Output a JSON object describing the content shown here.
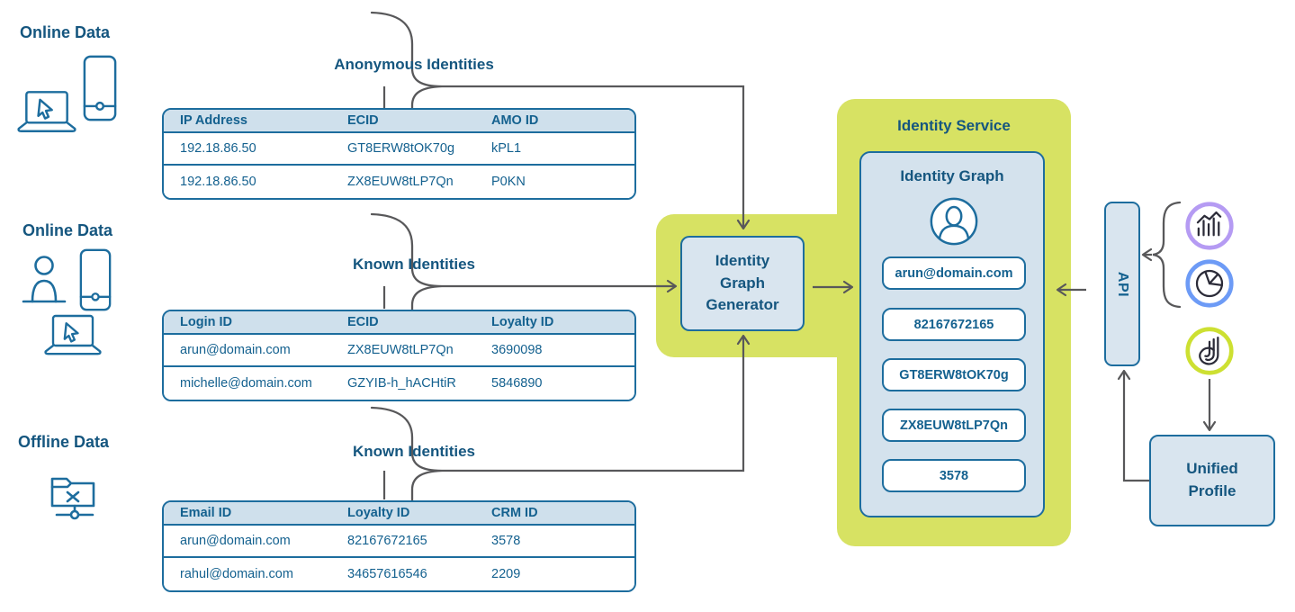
{
  "sources": [
    {
      "label": "Online Data",
      "icons": [
        "smartphone-icon",
        "laptop-cursor-icon"
      ]
    },
    {
      "label": "Online Data",
      "icons": [
        "person-icon",
        "smartphone-icon",
        "laptop-cursor-icon"
      ]
    },
    {
      "label": "Offline Data",
      "icons": [
        "offline-folder-icon"
      ]
    }
  ],
  "tables": [
    {
      "title": "Anonymous Identities",
      "headers": [
        "IP Address",
        "ECID",
        "AMO ID"
      ],
      "rows": [
        [
          "192.18.86.50",
          "GT8ERW8tOK70g",
          "kPL1"
        ],
        [
          "192.18.86.50",
          "ZX8EUW8tLP7Qn",
          "P0KN"
        ]
      ]
    },
    {
      "title": "Known Identities",
      "headers": [
        "Login ID",
        "ECID",
        "Loyalty ID"
      ],
      "rows": [
        [
          "arun@domain.com",
          "ZX8EUW8tLP7Qn",
          "3690098"
        ],
        [
          "michelle@domain.com",
          "GZYIB-h_hACHtiR",
          "5846890"
        ]
      ]
    },
    {
      "title": "Known Identities",
      "headers": [
        "Email ID",
        "Loyalty ID",
        "CRM ID"
      ],
      "rows": [
        [
          "arun@domain.com",
          "82167672165",
          "3578"
        ],
        [
          "rahul@domain.com",
          "34657616546",
          "2209"
        ]
      ]
    }
  ],
  "generator": {
    "label": "Identity Graph Generator"
  },
  "identity_service": {
    "title": "Identity Service",
    "graph_title": "Identity Graph",
    "graph_icon": "person-circle-icon",
    "identities": [
      "arun@domain.com",
      "82167672165",
      "GT8ERW8tOK70g",
      "ZX8EUW8tLP7Qn",
      "3578"
    ]
  },
  "api": {
    "label": "API"
  },
  "unified_profile": {
    "label": "Unified Profile"
  },
  "consumers": [
    {
      "icon": "bar-chart-icon"
    },
    {
      "icon": "pie-chart-icon"
    },
    {
      "icon": "experience-platform-icon"
    }
  ],
  "colors": {
    "lime": "#d7e263",
    "panel-blue": "#d9e5ef",
    "header-blue": "#cfe0ec",
    "graph-box-blue": "#d4e2ed",
    "border-blue": "#1d6d9e",
    "text-blue": "#14618f",
    "title-blue": "#15567f",
    "line-gray": "#58585a",
    "icon-dark": "#2b2b38",
    "ring-purple": "#b59bf3",
    "ring-blue": "#6d9bf6",
    "ring-lime": "#cde032"
  }
}
